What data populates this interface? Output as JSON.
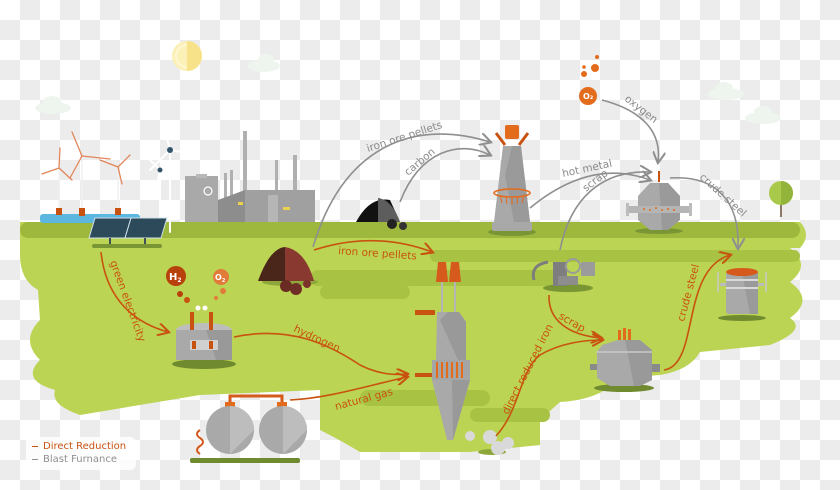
{
  "diagram": {
    "title_visible": false,
    "colors": {
      "direct_reduction": "#c8520f",
      "blast_furnace": "#8f8f8f",
      "grass_light": "#bcd453",
      "grass_dark": "#9db83c",
      "machine_grey": "#a9a9a9",
      "accent_orange": "#e36b1c"
    },
    "legend": {
      "items": [
        {
          "label": "Direct Reduction",
          "color": "#c8520f"
        },
        {
          "label": "Blast Furnance",
          "color": "#8f8f8f"
        }
      ]
    },
    "nodes": {
      "renewables": "wind-turbines-and-solar-panels",
      "power_plant": "power-plant",
      "electrolyser": {
        "h2": "H₂",
        "h2_sub": "2",
        "o2": "O₂",
        "o2_sub": "2"
      },
      "oxygen_source": {
        "label": "O₂",
        "sub": "2"
      },
      "iron_ore_pile": "iron-ore-pile",
      "carbon_pile": "carbon-pile",
      "blast_furnace": "blast-furnace",
      "basic_oxygen_furnace": "converter",
      "shaft_furnace": "direct-reduction-shaft",
      "scrap_pile": "scrap",
      "electric_arc_furnace": "electric-arc-furnace",
      "ladle": "crude-steel-ladle",
      "gas_tanks": "natural-gas-tanks",
      "dri_pellets": "direct-reduced-iron-pellets"
    },
    "flows": {
      "blast_furnace": {
        "iron_ore_pellets": "iron ore pellets",
        "carbon": "carbon",
        "hot_metal": "hot metal",
        "scrap": "scrap",
        "oxygen": "oxygen",
        "crude_steel": "crude steel"
      },
      "direct_reduction": {
        "green_electricity": "green electricity",
        "iron_ore_pellets": "iron ore pellets",
        "hydrogen": "hydrogen",
        "natural_gas": "natural gas",
        "direct_reduced_iron": "direct reduced iron",
        "scrap": "scrap",
        "crude_steel": "crude steel"
      }
    }
  }
}
